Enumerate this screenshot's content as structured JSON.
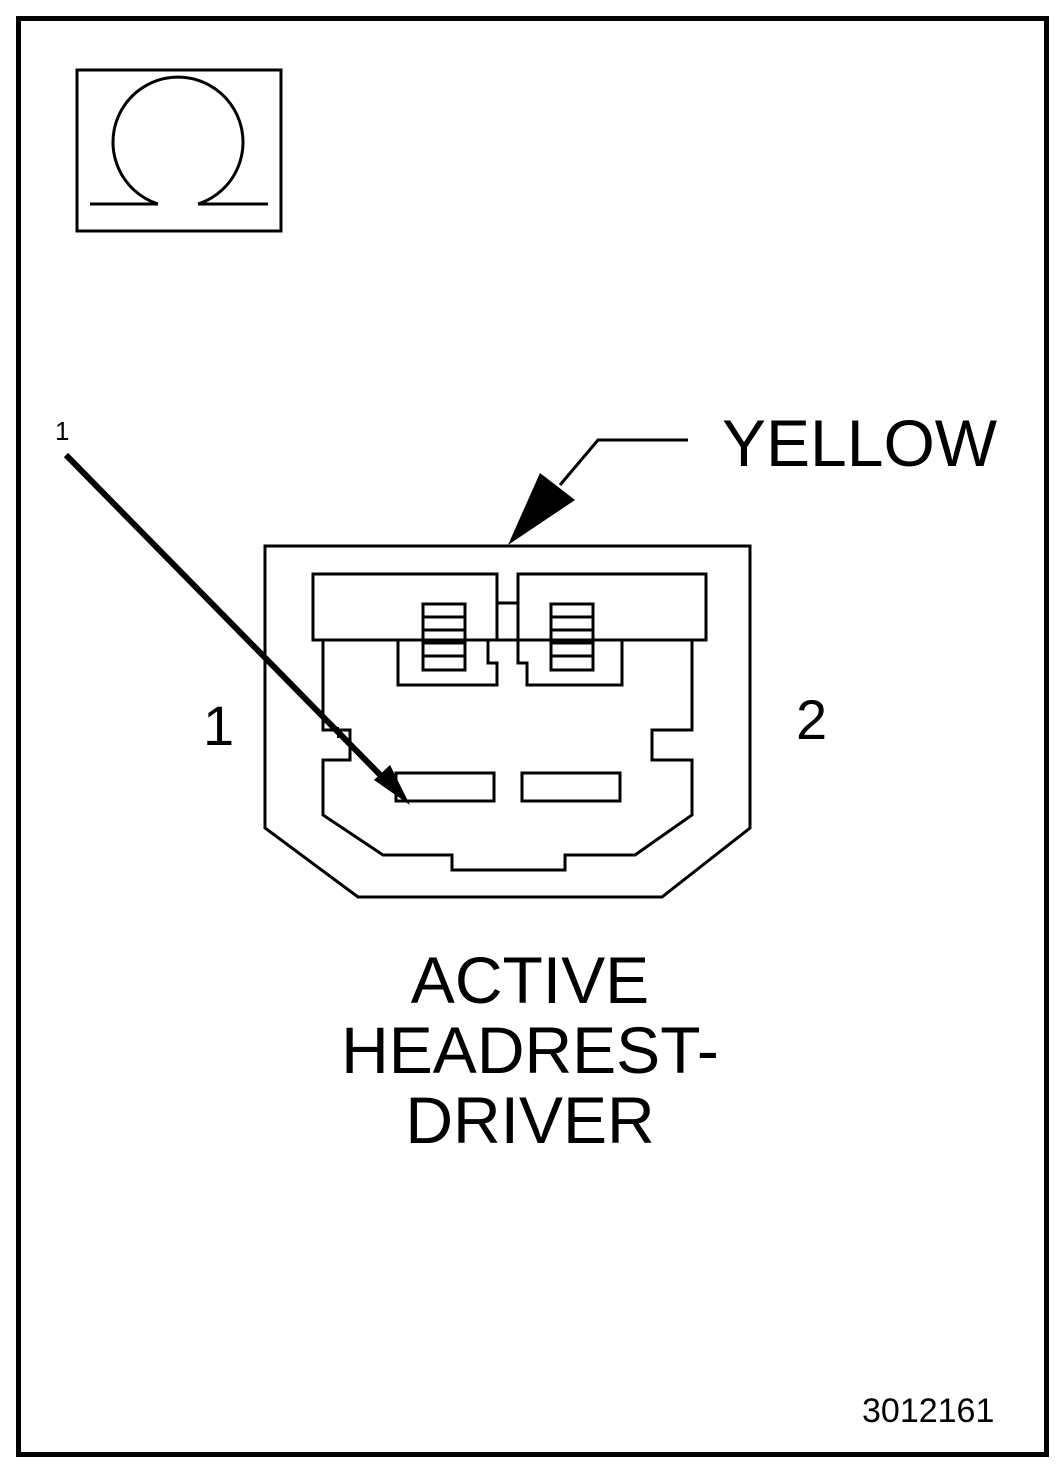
{
  "icons": {
    "ohmmeter": "omega-icon"
  },
  "labels": {
    "callout_number": "1",
    "wire_color": "YELLOW",
    "pin_left": "1",
    "pin_right": "2"
  },
  "connector_name": [
    "ACTIVE",
    "HEADREST-",
    "DRIVER"
  ],
  "figure_id": "3012161",
  "colors": {
    "line": "#000000",
    "background": "#ffffff"
  }
}
